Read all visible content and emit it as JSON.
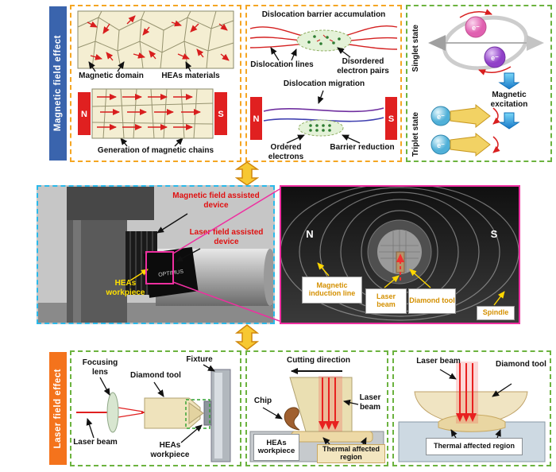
{
  "section_magnetic": {
    "label": "Magnetic field effect",
    "domains": {
      "magnetic_domain": "Magnetic domain",
      "heas_materials": "HEAs materials",
      "n": "N",
      "s": "S",
      "caption": "Generation of magnetic chains"
    },
    "dislocation": {
      "title": "Dislocation barrier accumulation",
      "lines": "Dislocation lines",
      "disordered": "Disordered electron pairs",
      "migration": "Dislocation migration",
      "ordered": "Ordered electrons",
      "reduction": "Barrier reduction",
      "n": "N",
      "s": "S"
    },
    "states": {
      "singlet": "Singlet state",
      "excitation": "Magnetic excitation",
      "triplet": "Triplet state",
      "electron": "e⁻"
    }
  },
  "section_setup": {
    "machine": {
      "magnetic_device": "Magnetic field assisted device",
      "laser_device": "Laser field assisted device",
      "workpiece": "HEAs workpiece",
      "brand": "OPTIMUS"
    },
    "spindle_view": {
      "n": "N",
      "s": "S",
      "induction": "Magnetic induction line",
      "laser_beam": "Laser beam",
      "diamond_tool": "Diamond tool",
      "spindle": "Spindle"
    }
  },
  "section_laser": {
    "label": "Laser field effect",
    "setup": {
      "focusing_lens": "Focusing lens",
      "diamond_tool": "Diamond tool",
      "fixture": "Fixture",
      "laser_beam": "Laser beam",
      "workpiece": "HEAs workpiece"
    },
    "cutting": {
      "direction": "Cutting direction",
      "chip": "Chip",
      "laser_beam": "Laser beam",
      "workpiece": "HEAs workpiece",
      "thermal": "Thermal affected region"
    },
    "tool_view": {
      "laser_beam": "Laser beam",
      "diamond_tool": "Diamond tool",
      "thermal": "Thermal affected region"
    }
  },
  "colors": {
    "magnetic_label_bg": "#3a64ad",
    "laser_label_bg": "#f4731c",
    "orange_border": "#f5a623",
    "green_border": "#6cb33f",
    "blue_border": "#2bb9ea",
    "magenta_border": "#ee2fa0",
    "arrow_gold": "#f7c832",
    "magnet_red": "#e02020"
  }
}
